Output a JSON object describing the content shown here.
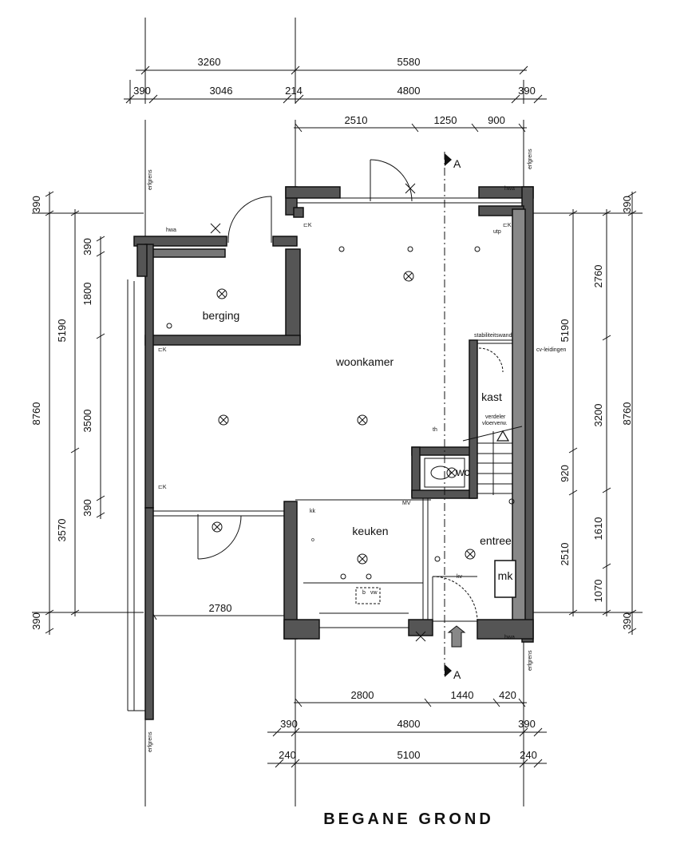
{
  "title": "BEGANE GROND",
  "rooms": {
    "berging": "berging",
    "woonkamer": "woonkamer",
    "keuken": "keuken",
    "entree": "entree",
    "kast": "kast",
    "wc": "wc",
    "mk": "mk"
  },
  "labels": {
    "hwa": "hwa",
    "erfgrens": "erfgrens",
    "stabiliteitswand": "stabiliteitswand",
    "cv_leidingen": "cv-leidingen",
    "verdeler": "verdeler",
    "vloerverw": "vloerverw.",
    "utp": "utp",
    "mv": "MV",
    "th": "th",
    "kk": "kk",
    "o": "o",
    "kv": "kv",
    "vw": "vw",
    "b": "b",
    "section_a": "A"
  },
  "dimensions": {
    "top_row1": [
      "3260",
      "5580"
    ],
    "top_row2": [
      "390",
      "3046",
      "214",
      "4800",
      "390"
    ],
    "top_row3": [
      "2510",
      "1250",
      "900"
    ],
    "left_outer": [
      "390",
      "8760",
      "390"
    ],
    "left_mid": [
      "5190",
      "3570"
    ],
    "left_inner": [
      "390",
      "1800",
      "3500",
      "390"
    ],
    "berging_width": "2780",
    "right_inner": [
      "5190",
      "920",
      "2510"
    ],
    "right_outer": [
      "390",
      "2760",
      "3200",
      "8760",
      "1610",
      "1070",
      "390"
    ],
    "bottom_row1": [
      "2800",
      "1440",
      "420"
    ],
    "bottom_row2": [
      "390",
      "4800",
      "390"
    ],
    "bottom_row3": [
      "240",
      "5100",
      "240"
    ]
  }
}
